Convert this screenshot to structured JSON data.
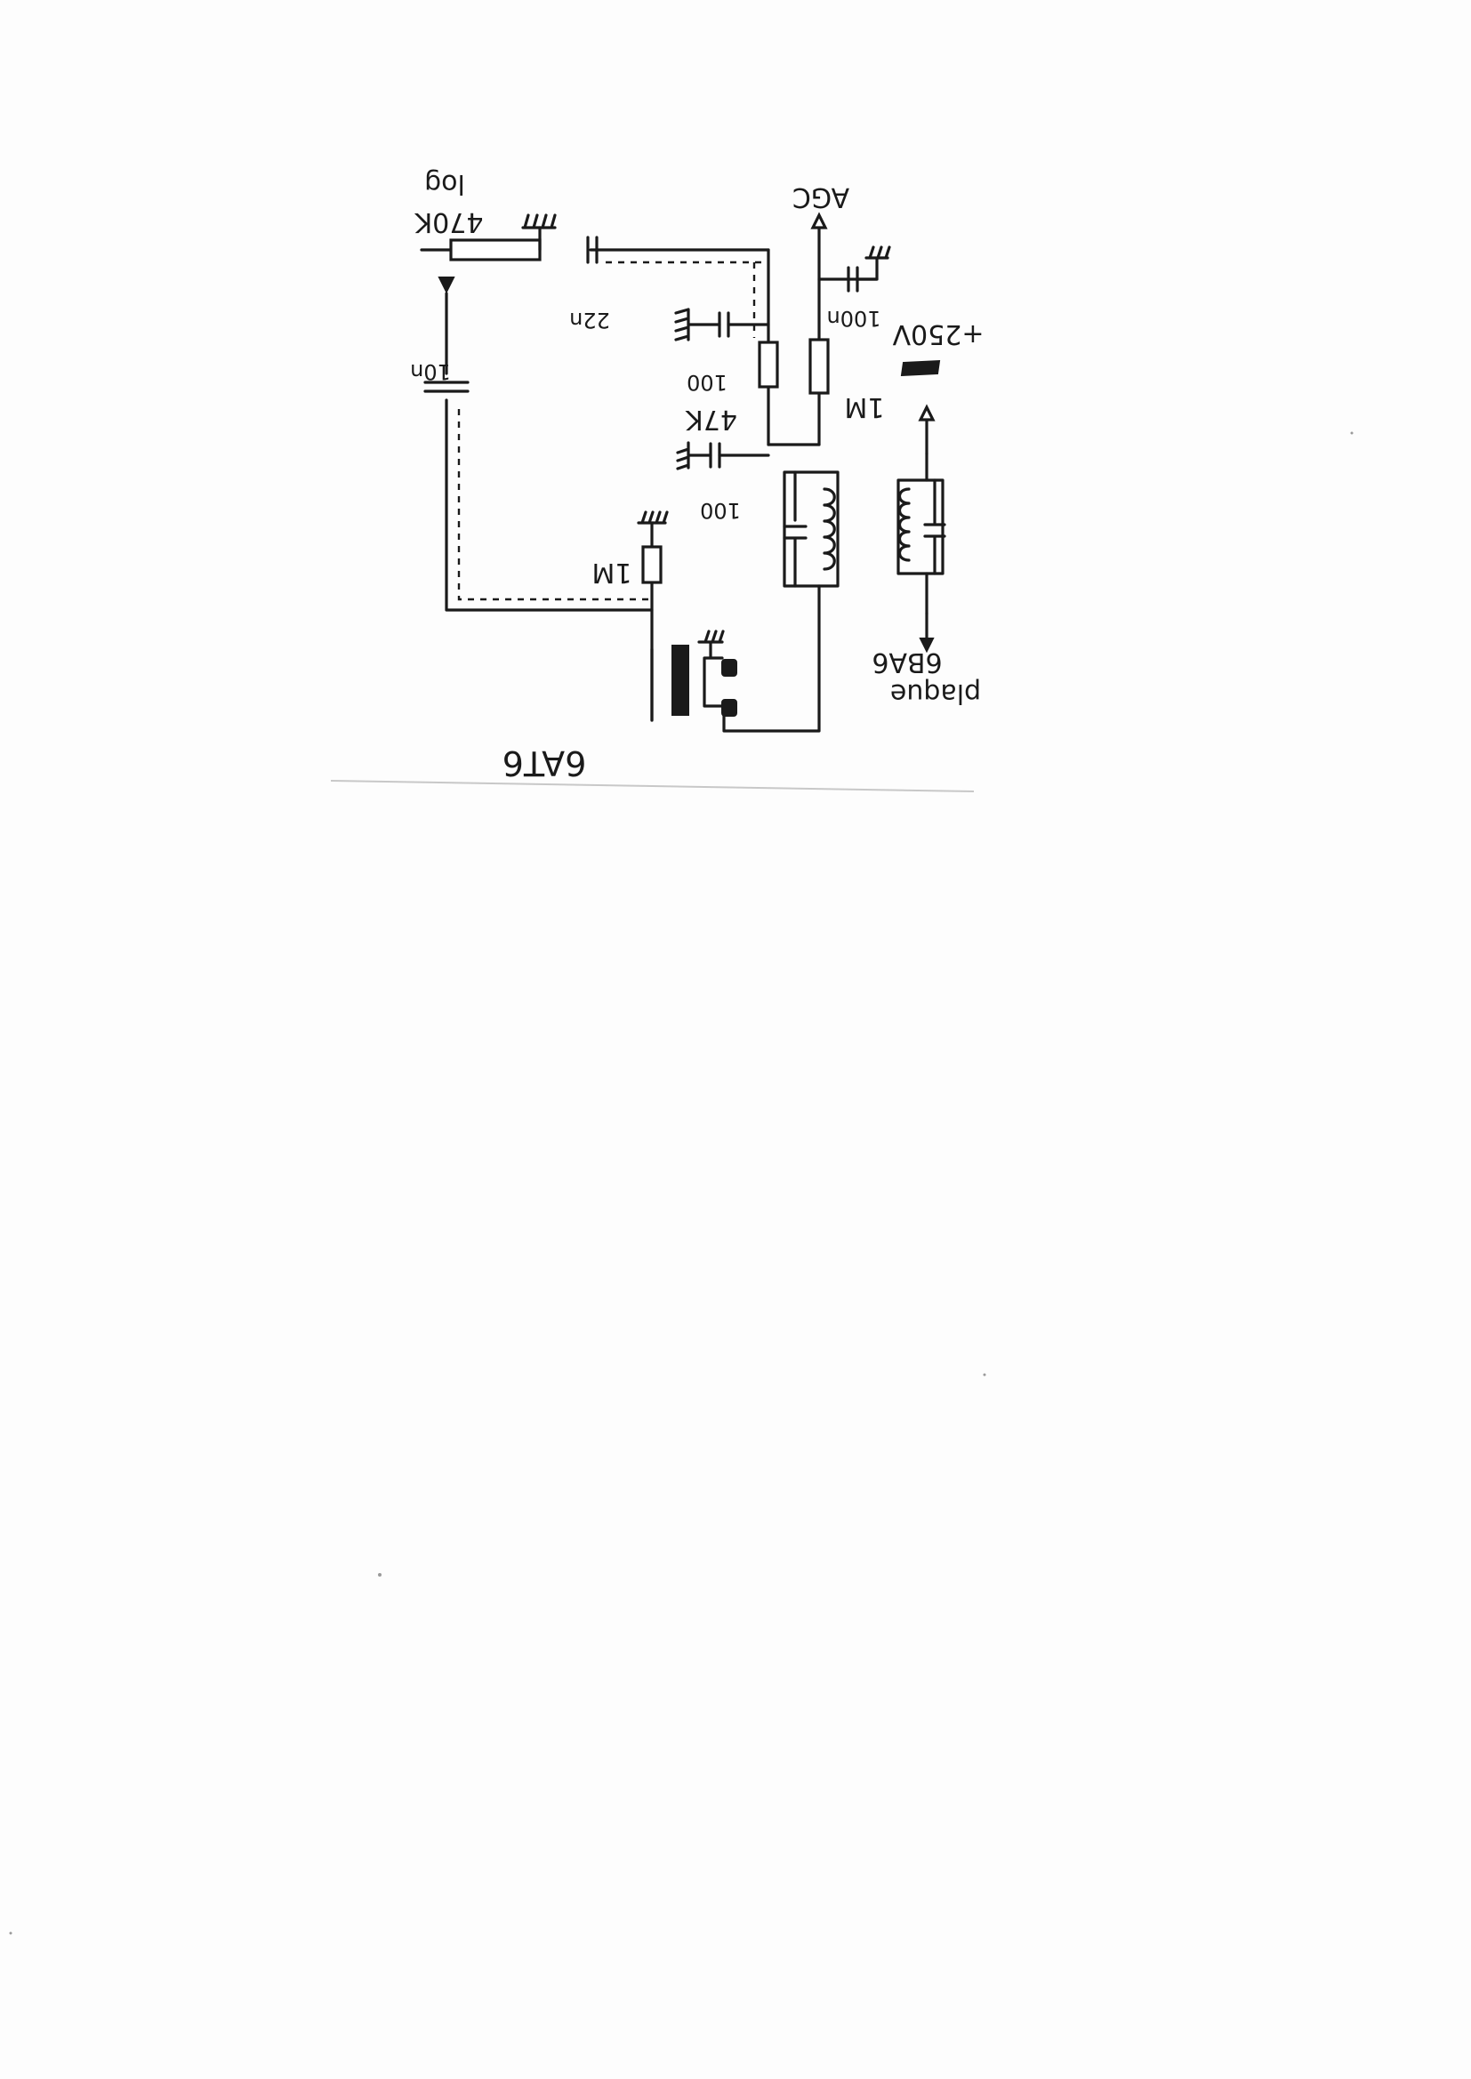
{
  "labels": {
    "pot_value": "470K",
    "pot_taper": "log",
    "cap_coupling_in": "22n",
    "cap_coupling_grid": "10n",
    "cap_rf_top": "100",
    "cap_rf_bottom": "100",
    "res_series": "47K",
    "res_grid": "1M",
    "res_agc": "1M",
    "cap_agc": "100n",
    "agc": "AGC",
    "supply": "+250V",
    "plate_label_line1": "plaque",
    "plate_label_line2": "6BA6",
    "tube": "6AT6"
  },
  "colors": {
    "ink": "#1a1a1a",
    "paper": "#fdfdfd"
  }
}
